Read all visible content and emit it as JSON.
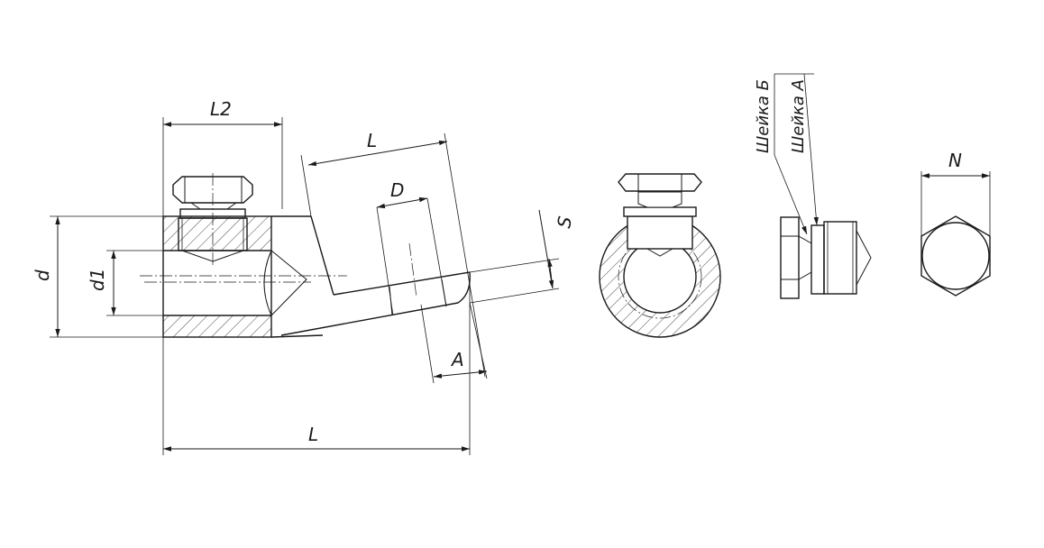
{
  "drawing": {
    "line_color": "#1a1a1a",
    "background": "#ffffff",
    "labels": {
      "L2": "L2",
      "L_incline": "L",
      "D": "D",
      "S": "S",
      "d": "d",
      "d1": "d1",
      "A": "A",
      "L_total": "L",
      "N": "N",
      "neck_b": "Шейка Б",
      "neck_a": "Шейка А"
    }
  }
}
